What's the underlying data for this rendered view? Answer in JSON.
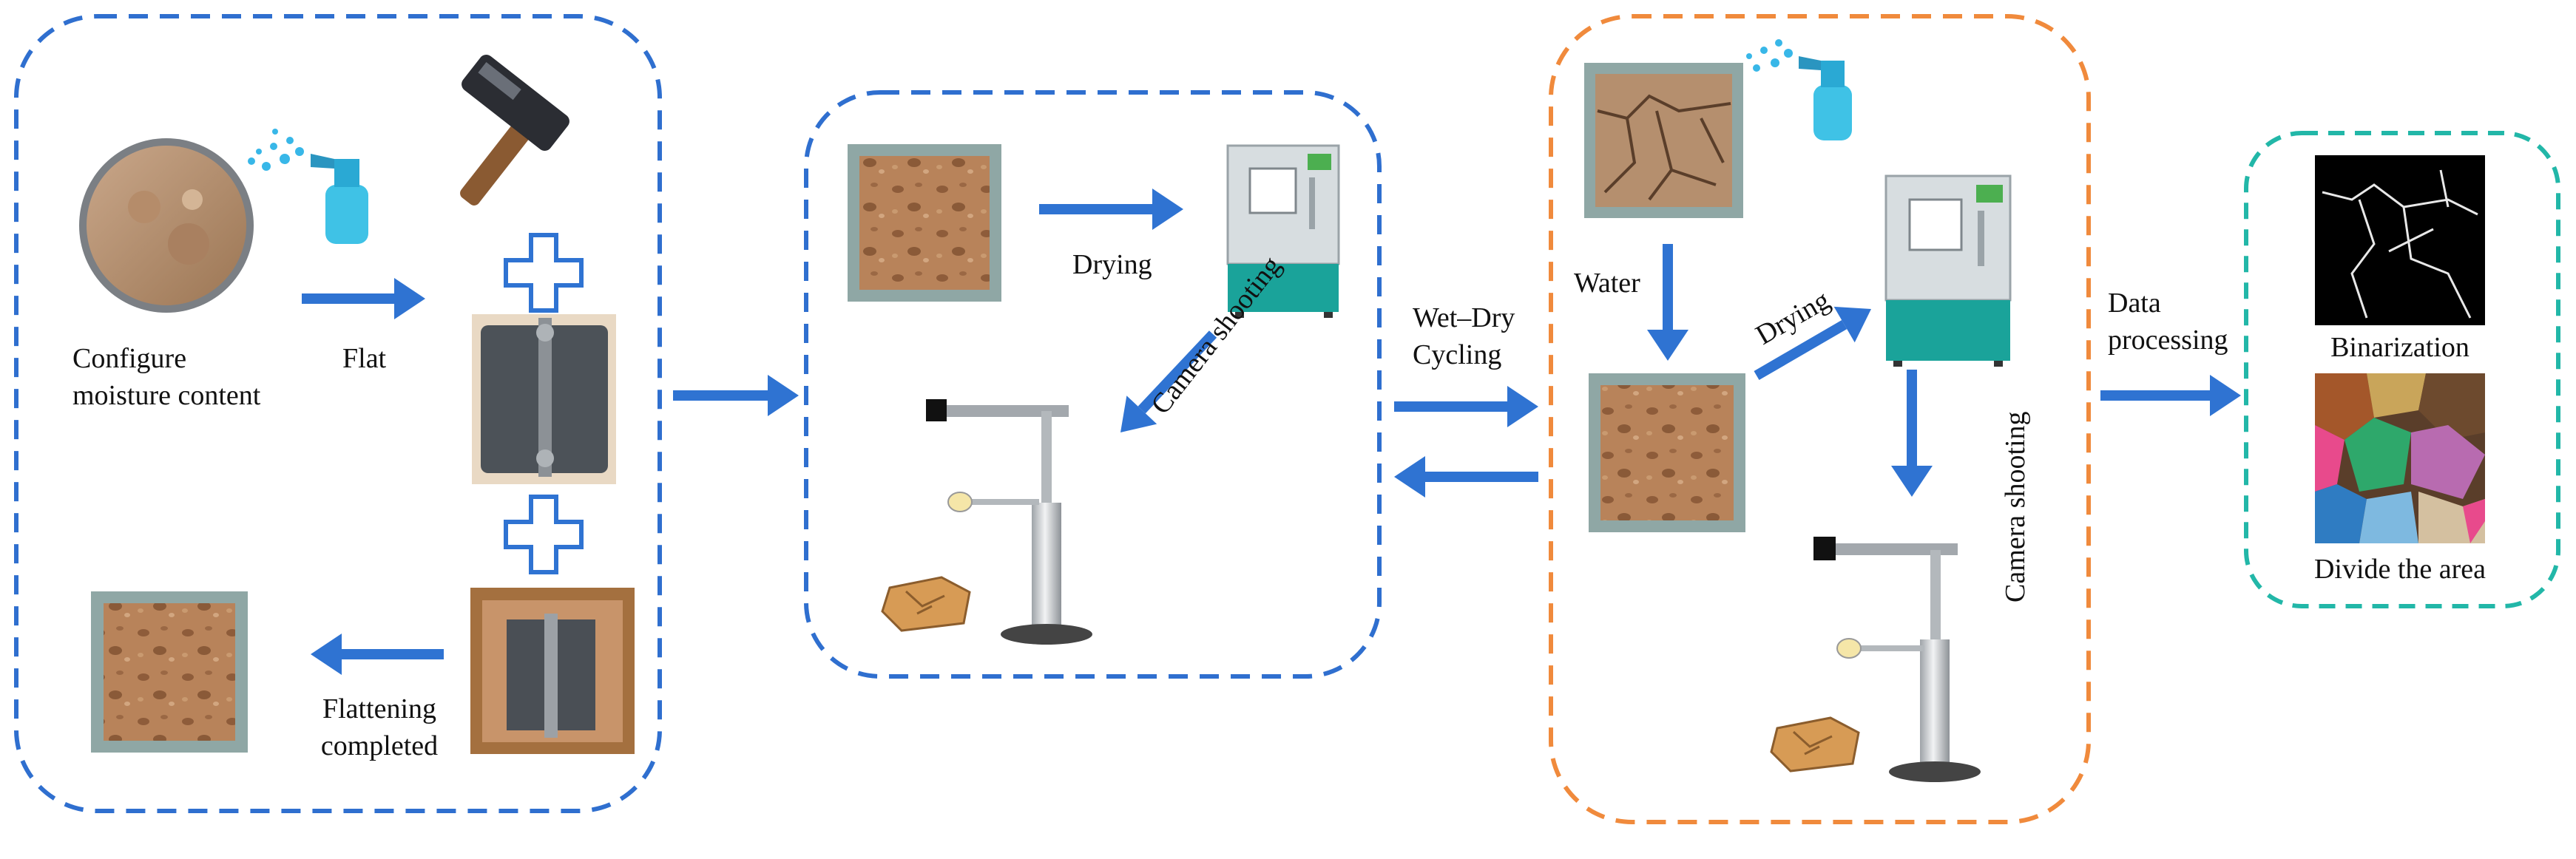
{
  "colors": {
    "blue_dash": "#2f6fcf",
    "orange_dash": "#f08a3c",
    "teal_dash": "#22b7a8",
    "arrow": "#2f73d2",
    "soil": "#b8835a",
    "soil_dark": "#8a5a38",
    "frame": "#8fa7a5",
    "chamber_body": "#d7dde0",
    "chamber_base": "#1aa39a",
    "spray_bottle": "#3fc2e6"
  },
  "stage1": {
    "configure_label": "Configure\nmoisture content",
    "flat_label": "Flat",
    "flattening_label": "Flattening\ncompleted"
  },
  "stage2": {
    "drying_label": "Drying",
    "camera_label": "Camera shooting"
  },
  "cycle_label": "Wet–Dry\nCycling",
  "stage3": {
    "water_label": "Water",
    "drying_label": "Drying",
    "camera_label": "Camera shooting"
  },
  "data_processing_label": "Data\nprocessing",
  "stage4": {
    "binarization_label": "Binarization",
    "divide_label": "Divide the area"
  },
  "icons": [
    "soil-bowl-icon",
    "spray-bottle-icon",
    "hammer-icon",
    "plus-icon",
    "compactor-plate-icon",
    "soil-tray-icon",
    "drying-chamber-icon",
    "camera-stand-icon",
    "soil-chunk-icon",
    "cracked-soil-tray-icon",
    "binary-crack-image-icon",
    "segmented-area-image-icon"
  ]
}
